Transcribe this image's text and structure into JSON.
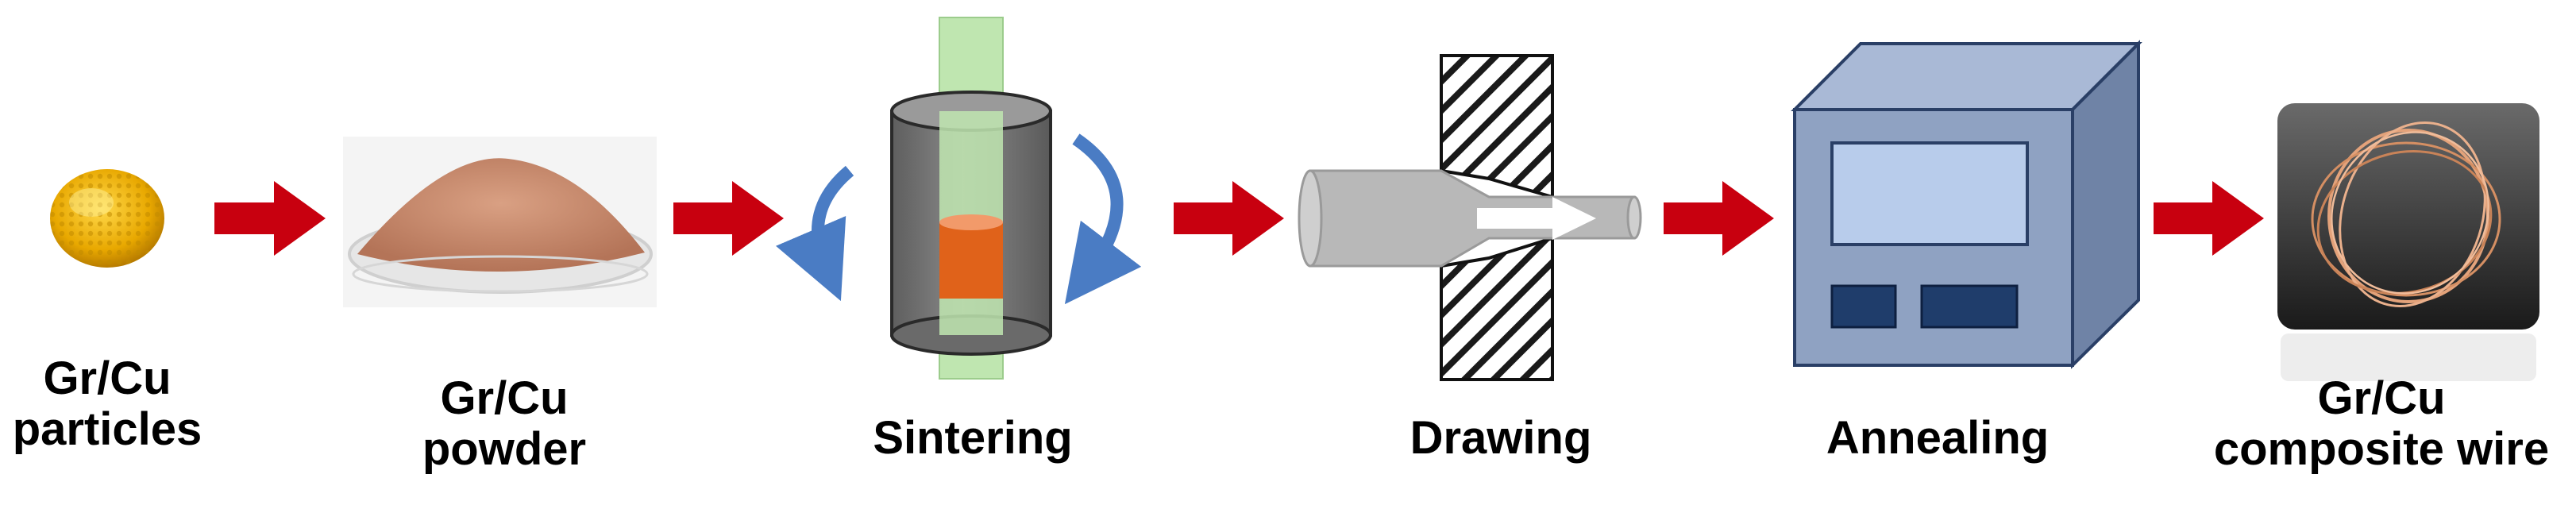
{
  "colors": {
    "arrow": "#c8000f",
    "rotation_arrow": "#4a7cc4",
    "mold": "#7a7a7a",
    "rod": "#b8e0a8",
    "sample": "#e06010",
    "powder": "#c98a6b",
    "furnace": "#8c9fbf",
    "furnace_window": "#b4c8e6",
    "furnace_button": "#1f3d6b",
    "wire_bg": "#2a2a2a",
    "wire": "#d9946a"
  },
  "steps": [
    {
      "id": "particles",
      "icon": "graphene-copper-particle-icon",
      "lines": [
        "Gr/Cu",
        "particles"
      ]
    },
    {
      "id": "powder",
      "icon": "powder-dish-icon",
      "lines": [
        "Gr/Cu",
        "powder"
      ]
    },
    {
      "id": "sintering",
      "icon": "sintering-mold-icon",
      "lines": [
        "Sintering"
      ]
    },
    {
      "id": "drawing",
      "icon": "wire-drawing-die-icon",
      "lines": [
        "Drawing"
      ]
    },
    {
      "id": "annealing",
      "icon": "annealing-furnace-icon",
      "lines": [
        "Annealing"
      ]
    },
    {
      "id": "wire",
      "icon": "wire-coil-photo-icon",
      "lines": [
        "Gr/Cu",
        "composite wire"
      ]
    }
  ]
}
